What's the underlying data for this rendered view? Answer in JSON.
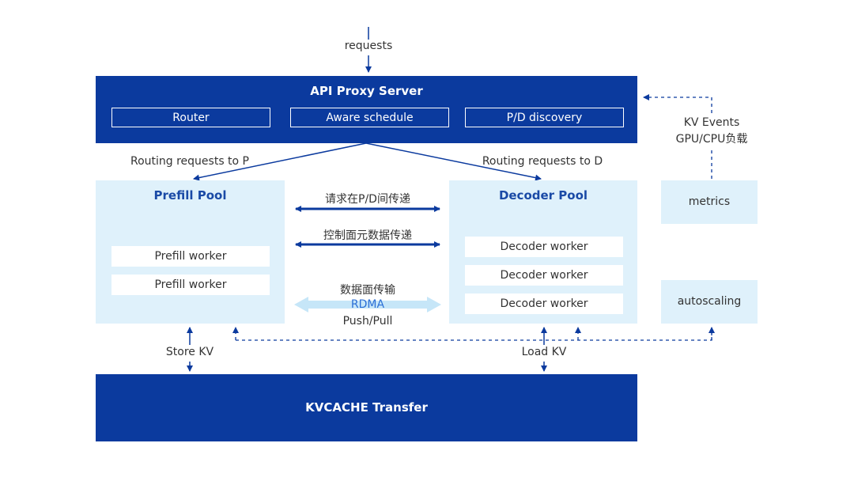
{
  "requests_label": "requests",
  "proxy": {
    "title": "API Proxy Server",
    "components": [
      "Router",
      "Aware schedule",
      "P/D discovery"
    ]
  },
  "routing": {
    "to_p": "Routing requests to P",
    "to_d": "Routing requests to D"
  },
  "prefill_pool": {
    "title": "Prefill Pool",
    "workers": [
      "Prefill worker",
      "Prefill worker"
    ]
  },
  "decoder_pool": {
    "title": "Decoder Pool",
    "workers": [
      "Decoder worker",
      "Decoder worker",
      "Decoder worker"
    ]
  },
  "channels": {
    "request_transfer": "请求在P/D间传递",
    "control_transfer": "控制面元数据传递",
    "data_plane": "数据面传输",
    "rdma": "RDMA",
    "push_pull": "Push/Pull"
  },
  "kv": {
    "store": "Store KV",
    "load": "Load KV",
    "transfer_title": "KVCACHE Transfer"
  },
  "side": {
    "events_line1": "KV Events",
    "events_line2": "GPU/CPU负载",
    "metrics": "metrics",
    "autoscaling": "autoscaling"
  },
  "colors": {
    "dark_blue": "#0b3a9e",
    "light_blue": "#dff1fb",
    "rdma_text": "#2b6fd6",
    "rdma_arrow": "#c6e6f8"
  }
}
